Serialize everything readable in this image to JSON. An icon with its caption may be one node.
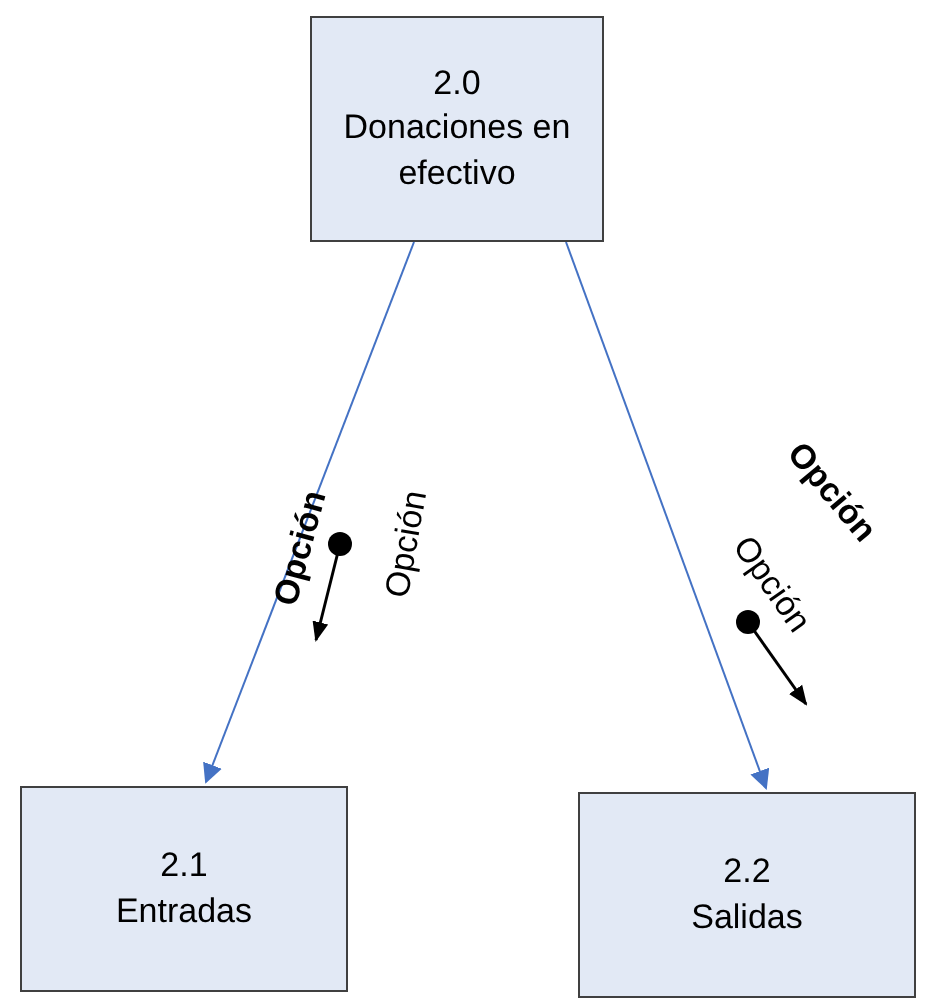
{
  "diagram": {
    "nodes": [
      {
        "text": [
          "2.0",
          "Donaciones en efectivo"
        ]
      },
      {
        "text": [
          "2.1",
          "Entradas"
        ]
      },
      {
        "text": [
          "2.2",
          "Salidas"
        ]
      }
    ],
    "edges": [
      {
        "from": 0,
        "to": 1,
        "arrow": "to"
      },
      {
        "from": 0,
        "to": 2,
        "arrow": "to"
      }
    ],
    "labels": [
      "Opción",
      "Opción",
      "Opción",
      "Opción"
    ]
  }
}
